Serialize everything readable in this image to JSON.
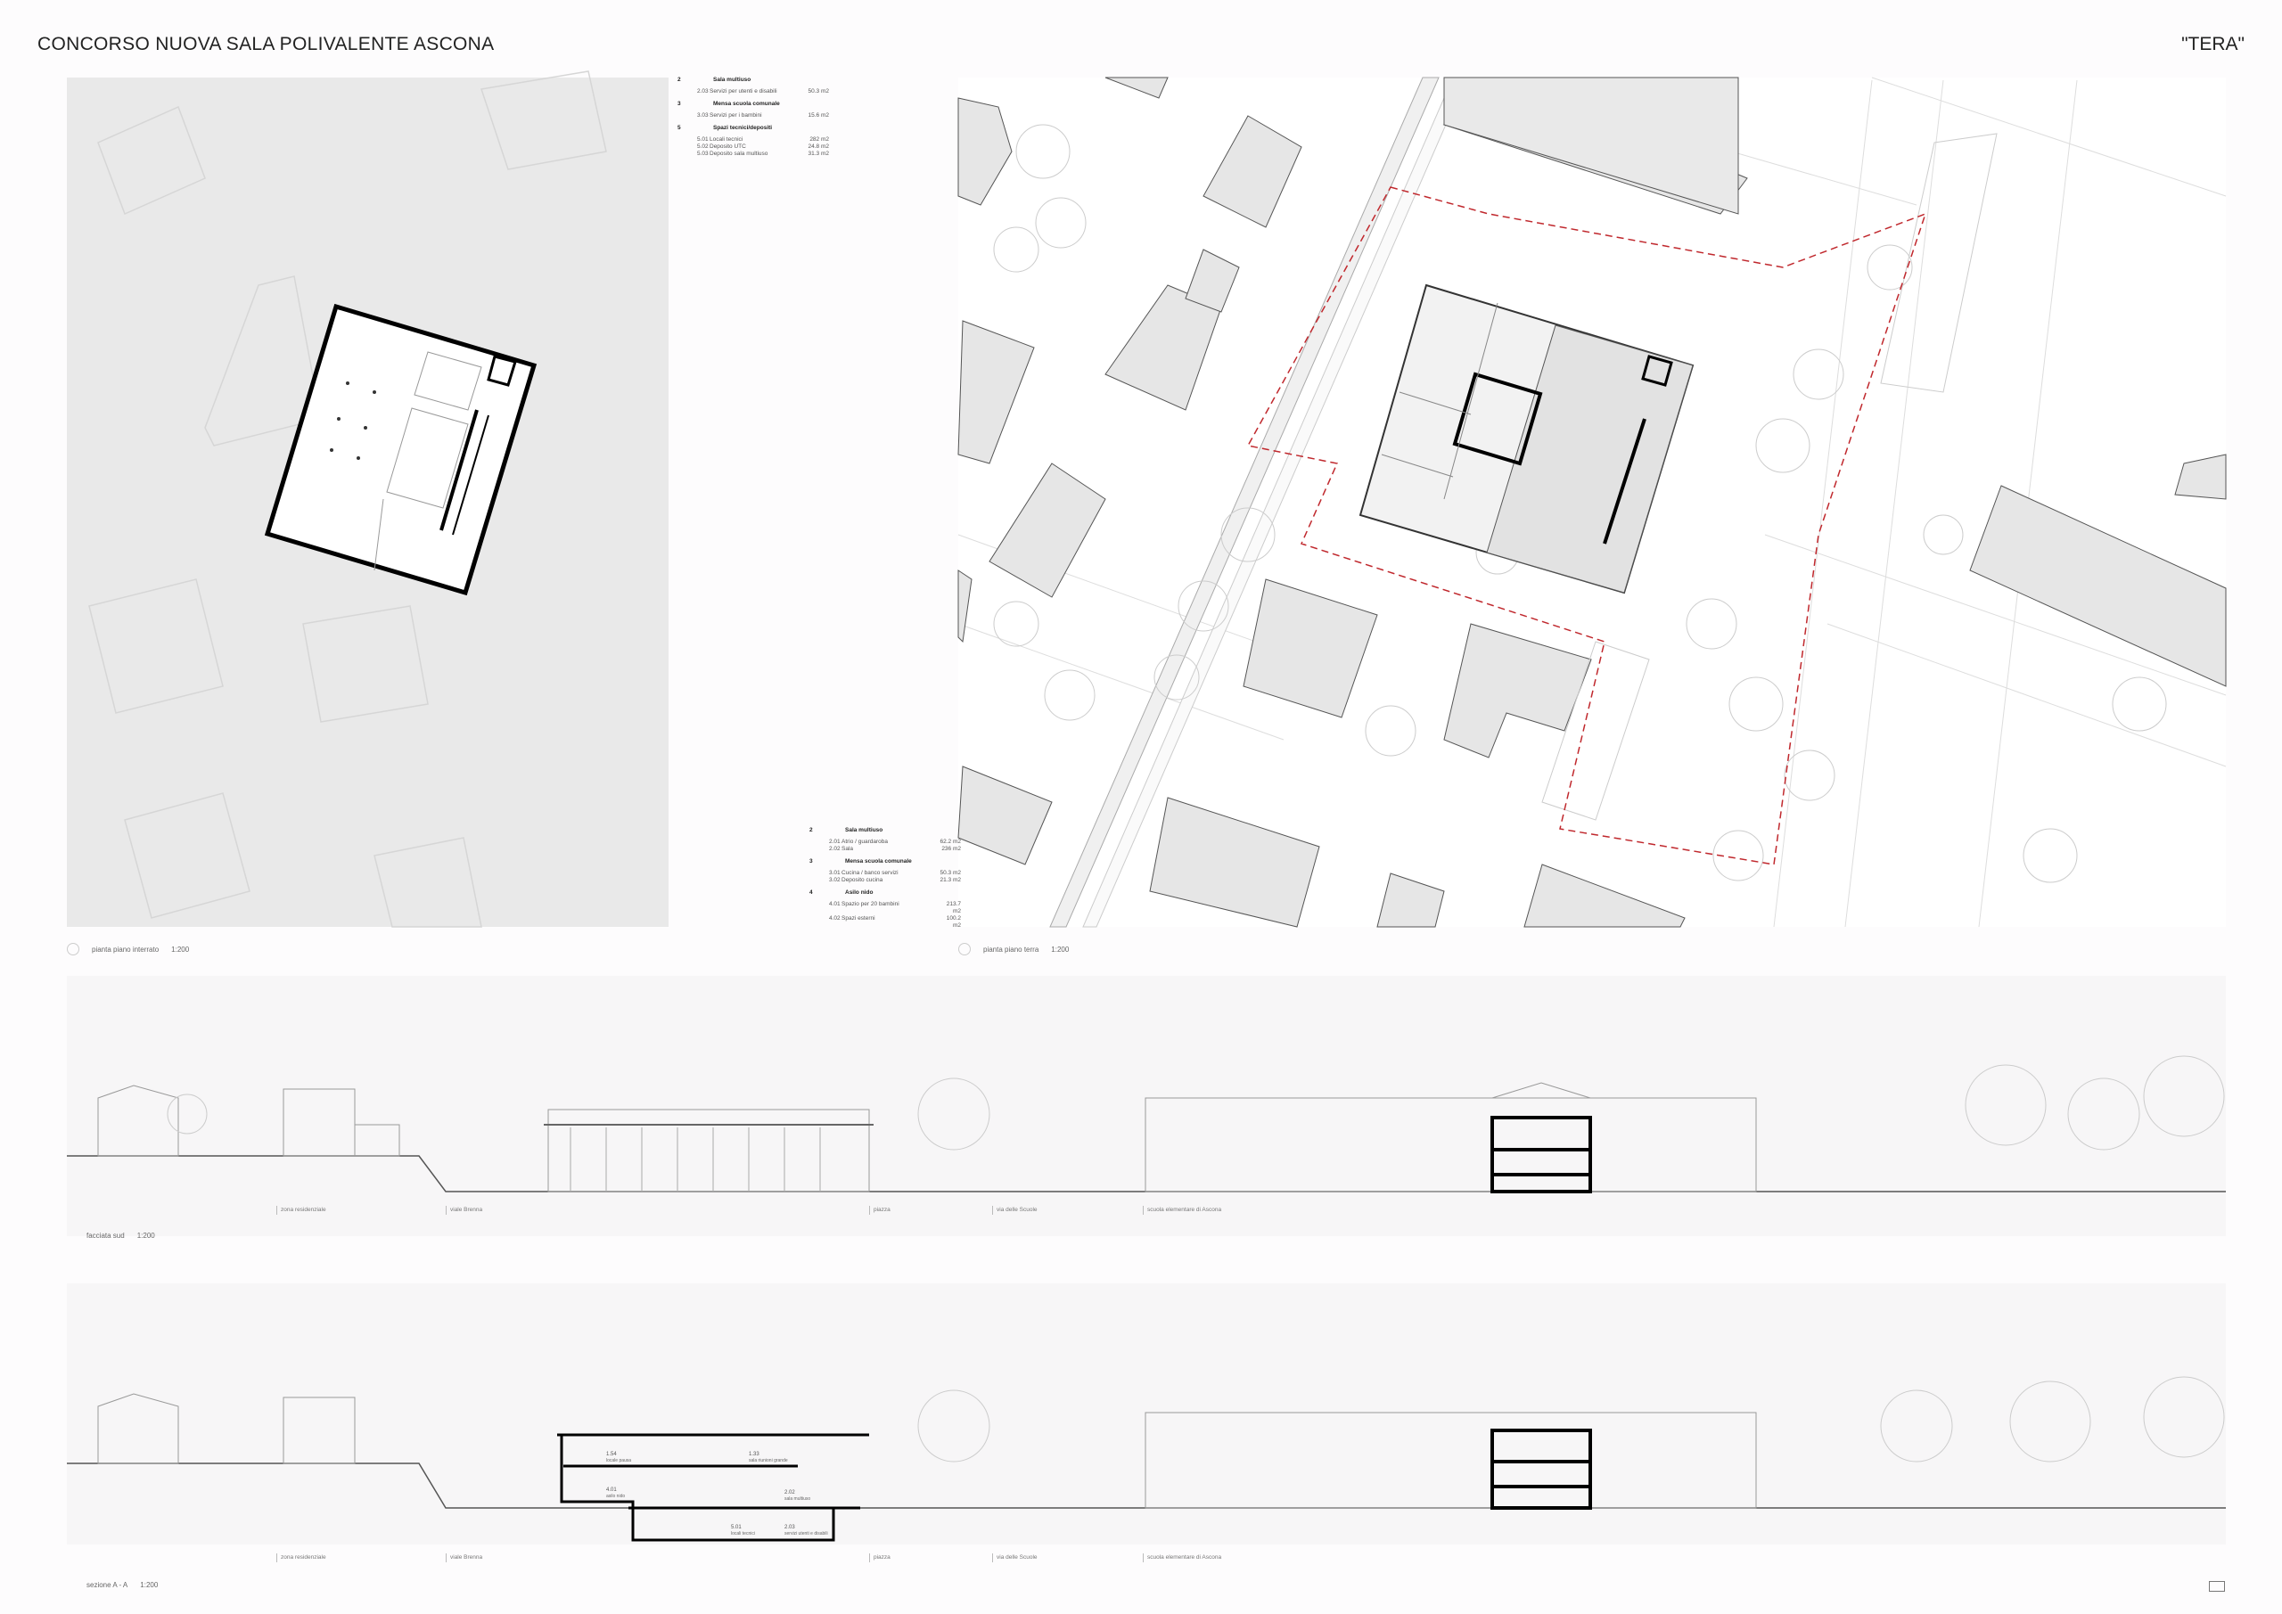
{
  "header": {
    "title": "CONCORSO NUOVA SALA POLIVALENTE ASCONA",
    "project_name": "\"TERA\""
  },
  "legend_basement": {
    "groups": [
      {
        "num": "2",
        "title": "Sala multiuso",
        "rows": [
          {
            "code": "2.03",
            "label": "Servizi per utenti e disabili",
            "area": "50.3 m2"
          }
        ]
      },
      {
        "num": "3",
        "title": "Mensa scuola comunale",
        "rows": [
          {
            "code": "3.03",
            "label": "Servizi per i bambini",
            "area": "15.6 m2"
          }
        ]
      },
      {
        "num": "5",
        "title": "Spazi tecnici/depositi",
        "rows": [
          {
            "code": "5.01",
            "label": "Locali tecnici",
            "area": "282 m2"
          },
          {
            "code": "5.02",
            "label": "Deposito UTC",
            "area": "24.8 m2"
          },
          {
            "code": "5.03",
            "label": "Deposito sala multiuso",
            "area": "31.3 m2"
          }
        ]
      }
    ]
  },
  "legend_ground": {
    "groups": [
      {
        "num": "2",
        "title": "Sala multiuso",
        "rows": [
          {
            "code": "2.01",
            "label": "Atrio / guardaroba",
            "area": "62.2 m2"
          },
          {
            "code": "2.02",
            "label": "Sala",
            "area": "236 m2"
          }
        ]
      },
      {
        "num": "3",
        "title": "Mensa scuola comunale",
        "rows": [
          {
            "code": "3.01",
            "label": "Cucina / banco servizi",
            "area": "50.3 m2"
          },
          {
            "code": "3.02",
            "label": "Deposito cucina",
            "area": "21.3 m2"
          }
        ]
      },
      {
        "num": "4",
        "title": "Asilo nido",
        "rows": [
          {
            "code": "4.01",
            "label": "Spazio per 20 bambini",
            "area": "213.7 m2"
          },
          {
            "code": "4.02",
            "label": "Spazi esterni",
            "area": "100.2 m2"
          }
        ]
      }
    ]
  },
  "captions": {
    "basement": {
      "label": "pianta piano interrato",
      "scale": "1:200"
    },
    "ground": {
      "label": "pianta piano terra",
      "scale": "1:200"
    },
    "elevation": {
      "label": "facciata sud",
      "scale": "1:200"
    },
    "section": {
      "label": "sezione A - A",
      "scale": "1:200"
    }
  },
  "ground_labels": [
    "zona residenziale",
    "viale Brenna",
    "piazza",
    "via delle Scuole",
    "scuola elementare di Ascona"
  ],
  "section_rooms": [
    {
      "code": "1.54",
      "label": "locale pausa"
    },
    {
      "code": "1.33",
      "label": "sala riunioni grande"
    },
    {
      "code": "4.01",
      "label": "asilo nido"
    },
    {
      "code": "2.02",
      "label": "sala multiuso"
    },
    {
      "code": "5.01",
      "label": "locali tecnici"
    },
    {
      "code": "2.03",
      "label": "servizi utenti e disabili"
    }
  ],
  "colors": {
    "plan_bg": "#e9e9e9",
    "boundary": "#c0282d",
    "section_cut": "#000000"
  }
}
